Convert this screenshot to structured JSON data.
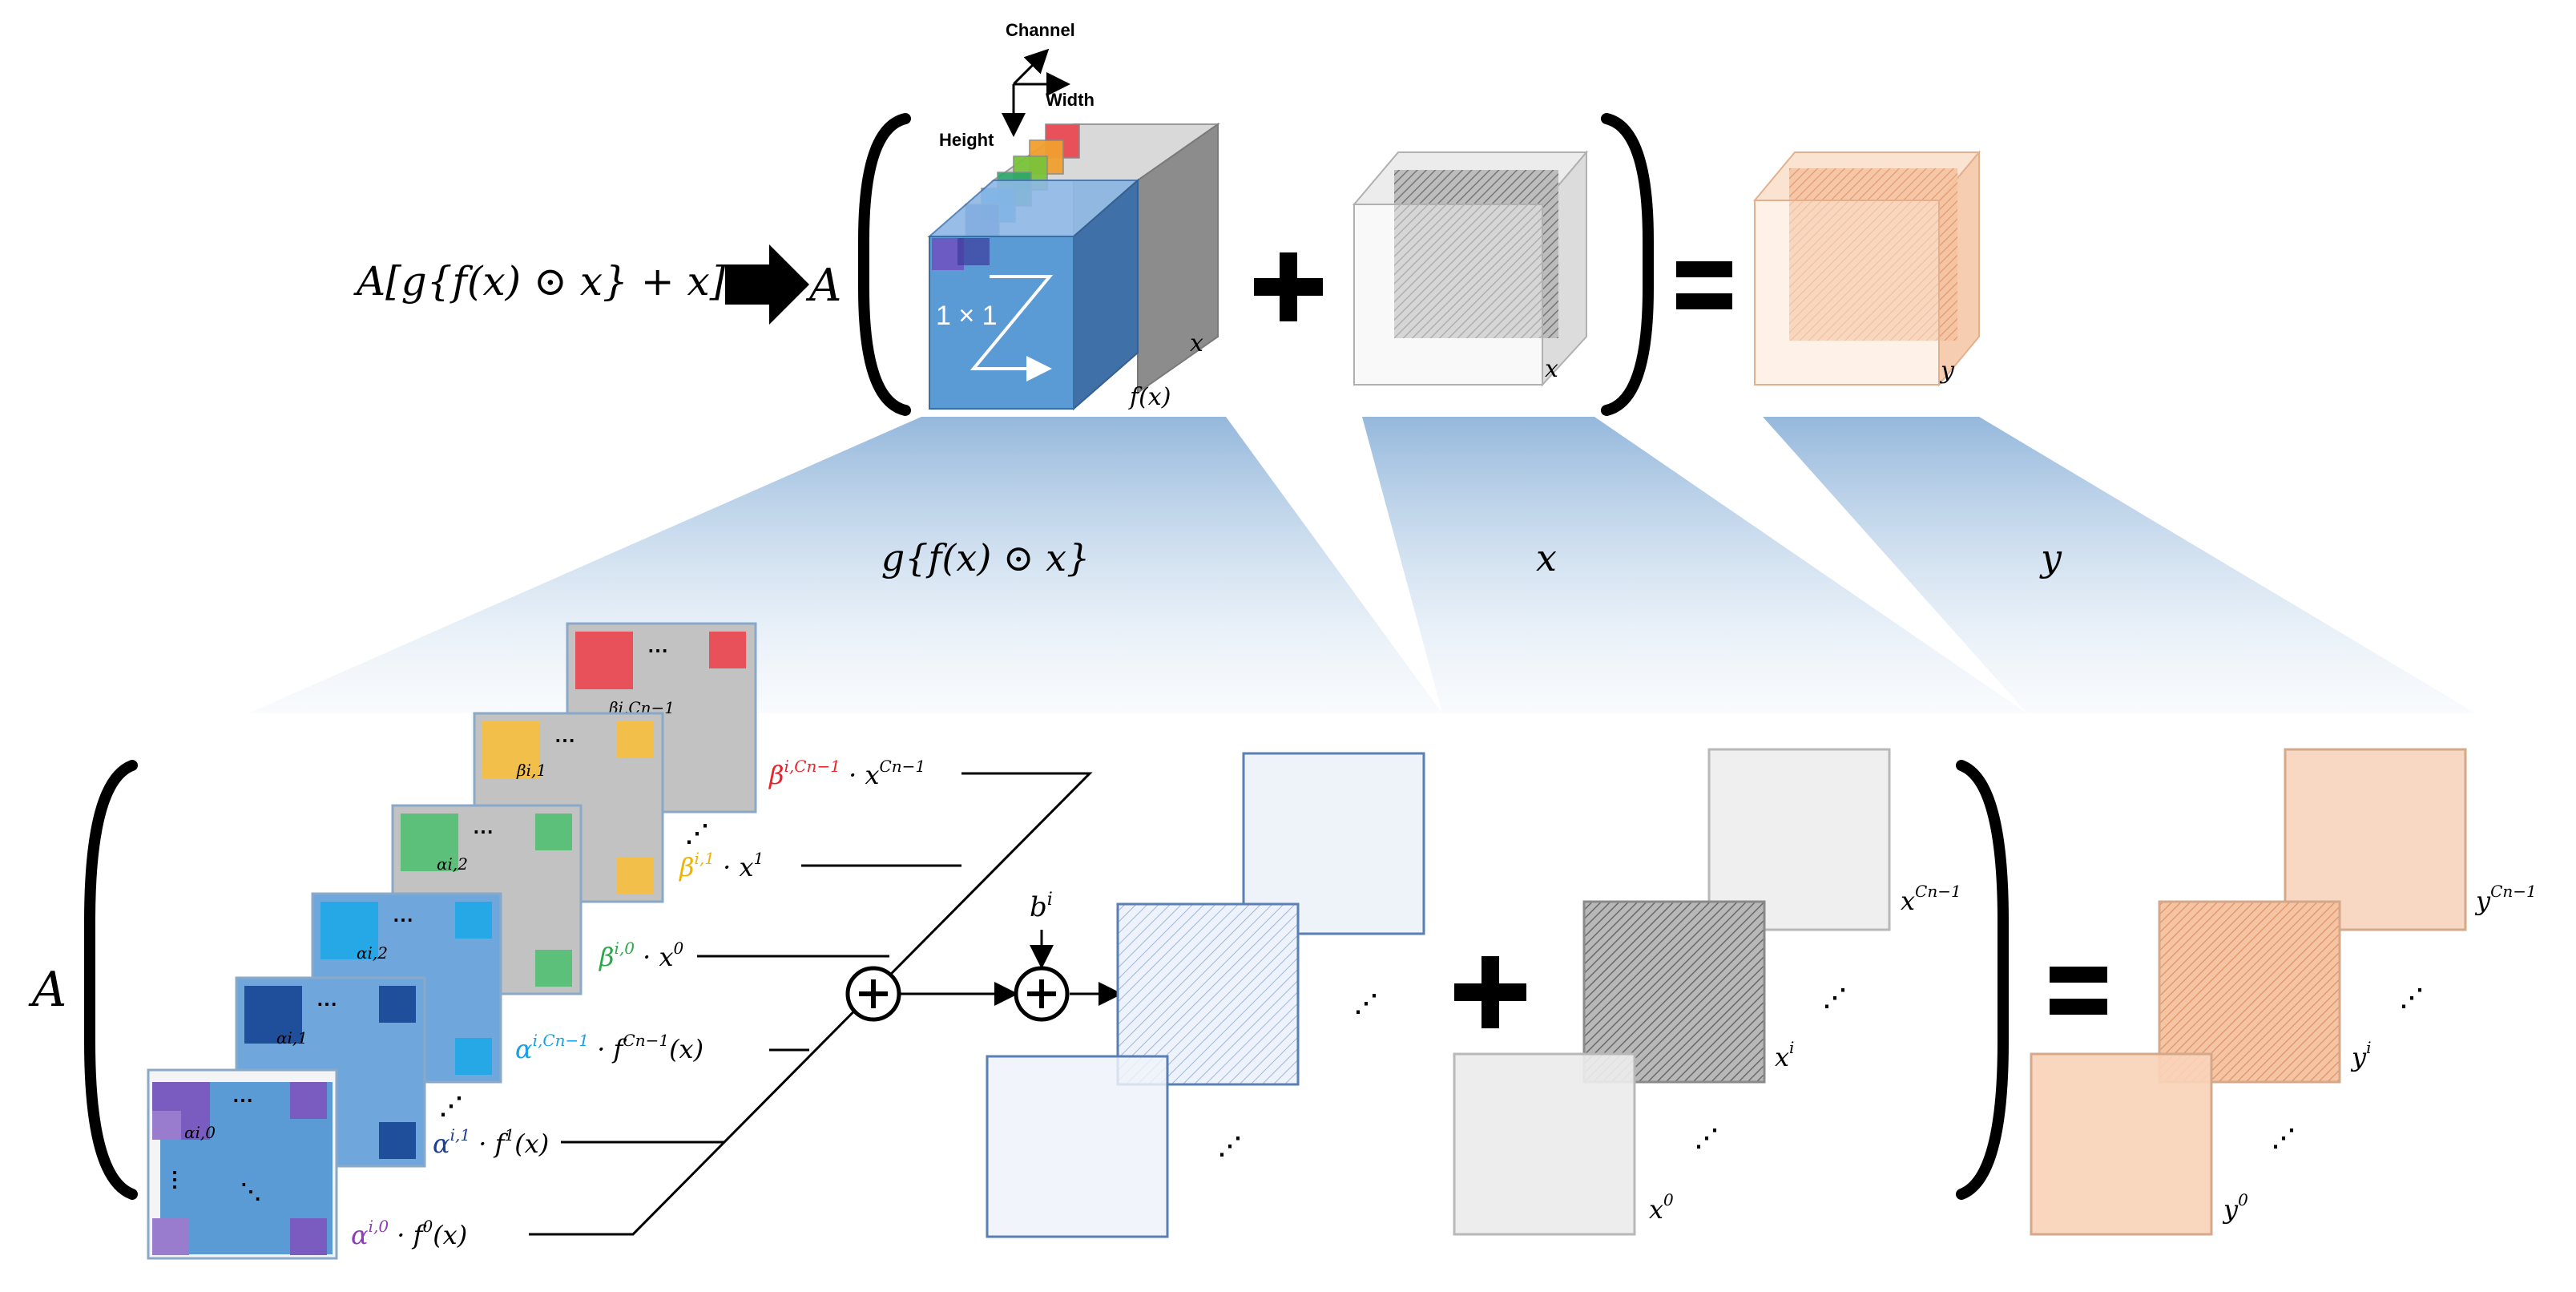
{
  "top": {
    "formula_left": "A[g{f(x) ⊙ x} + x]",
    "formula_A": "A",
    "axes": {
      "channel": "Channel",
      "width": "Width",
      "height": "Height"
    },
    "conv_label": "1 × 1",
    "cube1_x": "x",
    "cube1_fx": "f(x)",
    "cube2_x": "x",
    "cube3_y": "y"
  },
  "bands": {
    "label1": "g{f(x) ⊙ x}",
    "label2": "x",
    "label3": "y"
  },
  "bottom": {
    "A": "A",
    "terms": [
      {
        "coef": "β",
        "sup": "i,Cn−1",
        "rest": " · x",
        "rsup": "Cn−1",
        "color": "#e8232b"
      },
      {
        "coef": "β",
        "sup": "i,1",
        "rest": " · x",
        "rsup": "1",
        "color": "#f0b400"
      },
      {
        "coef": "β",
        "sup": "i,0",
        "rest": " · x",
        "rsup": "0",
        "color": "#2aa84a"
      },
      {
        "coef": "α",
        "sup": "i,Cn−1",
        "rest": " · f",
        "rsup": "Cn−1",
        "tail": "(x)",
        "color": "#1aa0e6"
      },
      {
        "coef": "α",
        "sup": "i,1",
        "rest": " · f",
        "rsup": "1",
        "tail": "(x)",
        "color": "#1f3f8f"
      },
      {
        "coef": "α",
        "sup": "i,0",
        "rest": " · f",
        "rsup": "0",
        "tail": "(x)",
        "color": "#8a3fb5"
      }
    ],
    "kernel_labels": [
      "βi,Cn−1",
      "βi,1",
      "αi,2",
      "αi,2",
      "αi,1",
      "αi,0"
    ],
    "bias": "b",
    "bias_sup": "i",
    "xs": {
      "top": "x",
      "top_sup": "Cn−1",
      "mid": "x",
      "mid_sup": "i",
      "bot": "x",
      "bot_sup": "0"
    },
    "ys": {
      "top": "y",
      "top_sup": "Cn−1",
      "mid": "y",
      "mid_sup": "i",
      "bot": "y",
      "bot_sup": "0"
    }
  },
  "colors": {
    "blue": "#5b9bd5",
    "gray": "#c8c8c8",
    "peach": "#f8cbad",
    "band": "#9dbfe0"
  }
}
